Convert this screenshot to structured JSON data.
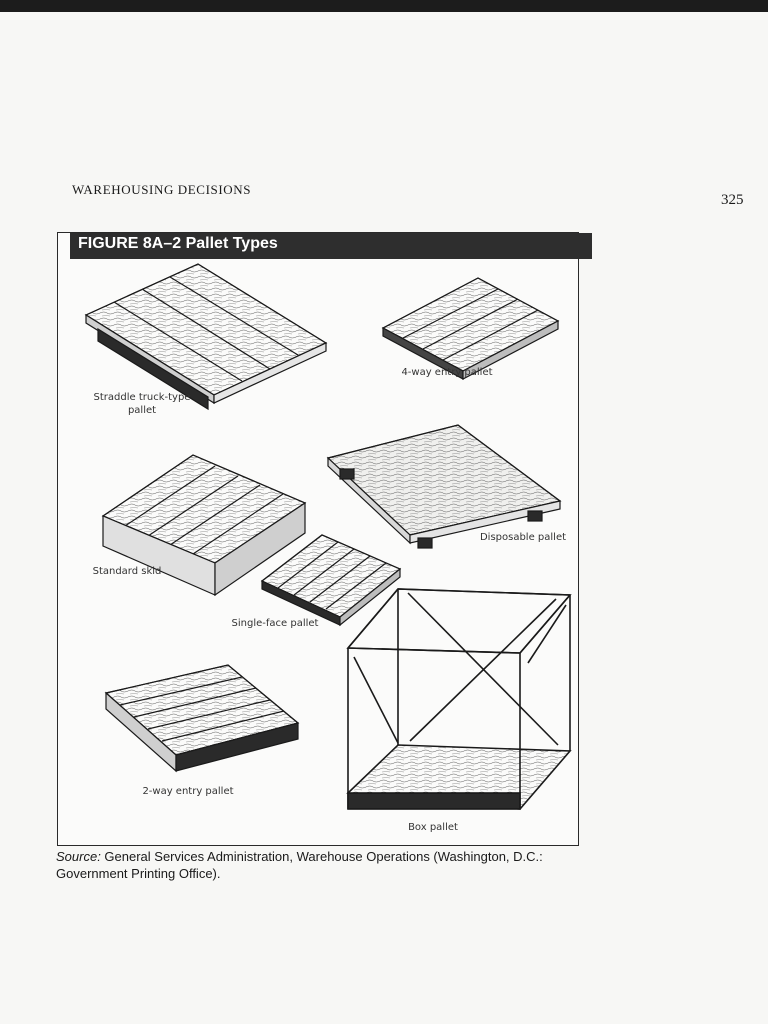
{
  "header": {
    "running_head": "WAREHOUSING DECISIONS",
    "page_number": "325"
  },
  "figure": {
    "title": "FIGURE 8A–2 Pallet Types",
    "items": [
      {
        "name": "straddle",
        "label_lines": [
          "Straddle truck-type",
          "pallet"
        ]
      },
      {
        "name": "four-way",
        "label_lines": [
          "4-way entry pallet"
        ]
      },
      {
        "name": "disposable",
        "label_lines": [
          "Disposable pallet"
        ]
      },
      {
        "name": "standard-skid",
        "label_lines": [
          "Standard skid"
        ]
      },
      {
        "name": "single-face",
        "label_lines": [
          "Single-face pallet"
        ]
      },
      {
        "name": "two-way",
        "label_lines": [
          "2-way entry pallet"
        ]
      },
      {
        "name": "box",
        "label_lines": [
          "Box pallet"
        ]
      }
    ]
  },
  "source": {
    "label": "Source:",
    "text": " General Services Administration, Warehouse Operations (Washington, D.C.: Government Printing Office)."
  }
}
